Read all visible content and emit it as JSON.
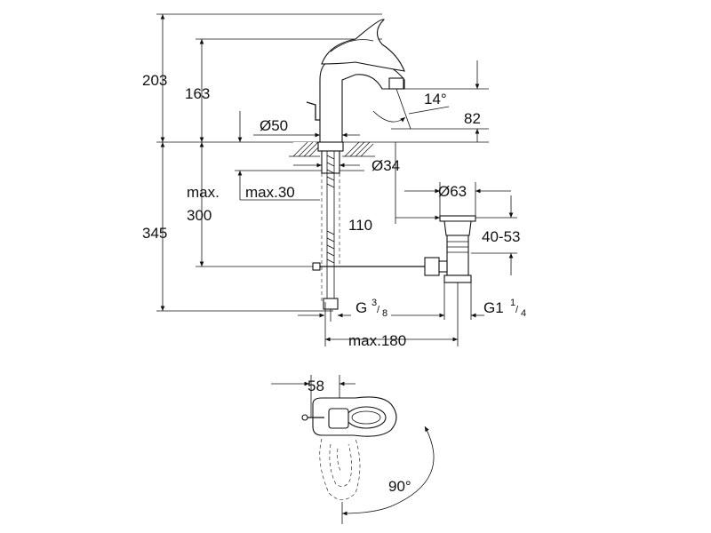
{
  "side_view": {
    "dim_total_height": "203",
    "dim_spout_height": "163",
    "dim_spout_angle": "14°",
    "dim_spout_outlet": "82",
    "dim_base_diameter": "Ø50",
    "dim_hole_diameter": "Ø34",
    "dim_max_label": "max.",
    "dim_max_300": "300",
    "dim_max_30": "max.30",
    "dim_345": "345",
    "dim_110": "110",
    "dim_waste_diameter": "Ø63",
    "dim_waste_range": "40-53",
    "dim_thread_g38_prefix": "G",
    "dim_thread_g38_num": "3",
    "dim_thread_g38_den": "8",
    "dim_thread_g114_prefix": "G1",
    "dim_thread_g114_num": "1",
    "dim_thread_g114_den": "4",
    "dim_max_180": "max.180"
  },
  "top_view": {
    "dim_58": "58",
    "dim_rotation": "90°"
  }
}
